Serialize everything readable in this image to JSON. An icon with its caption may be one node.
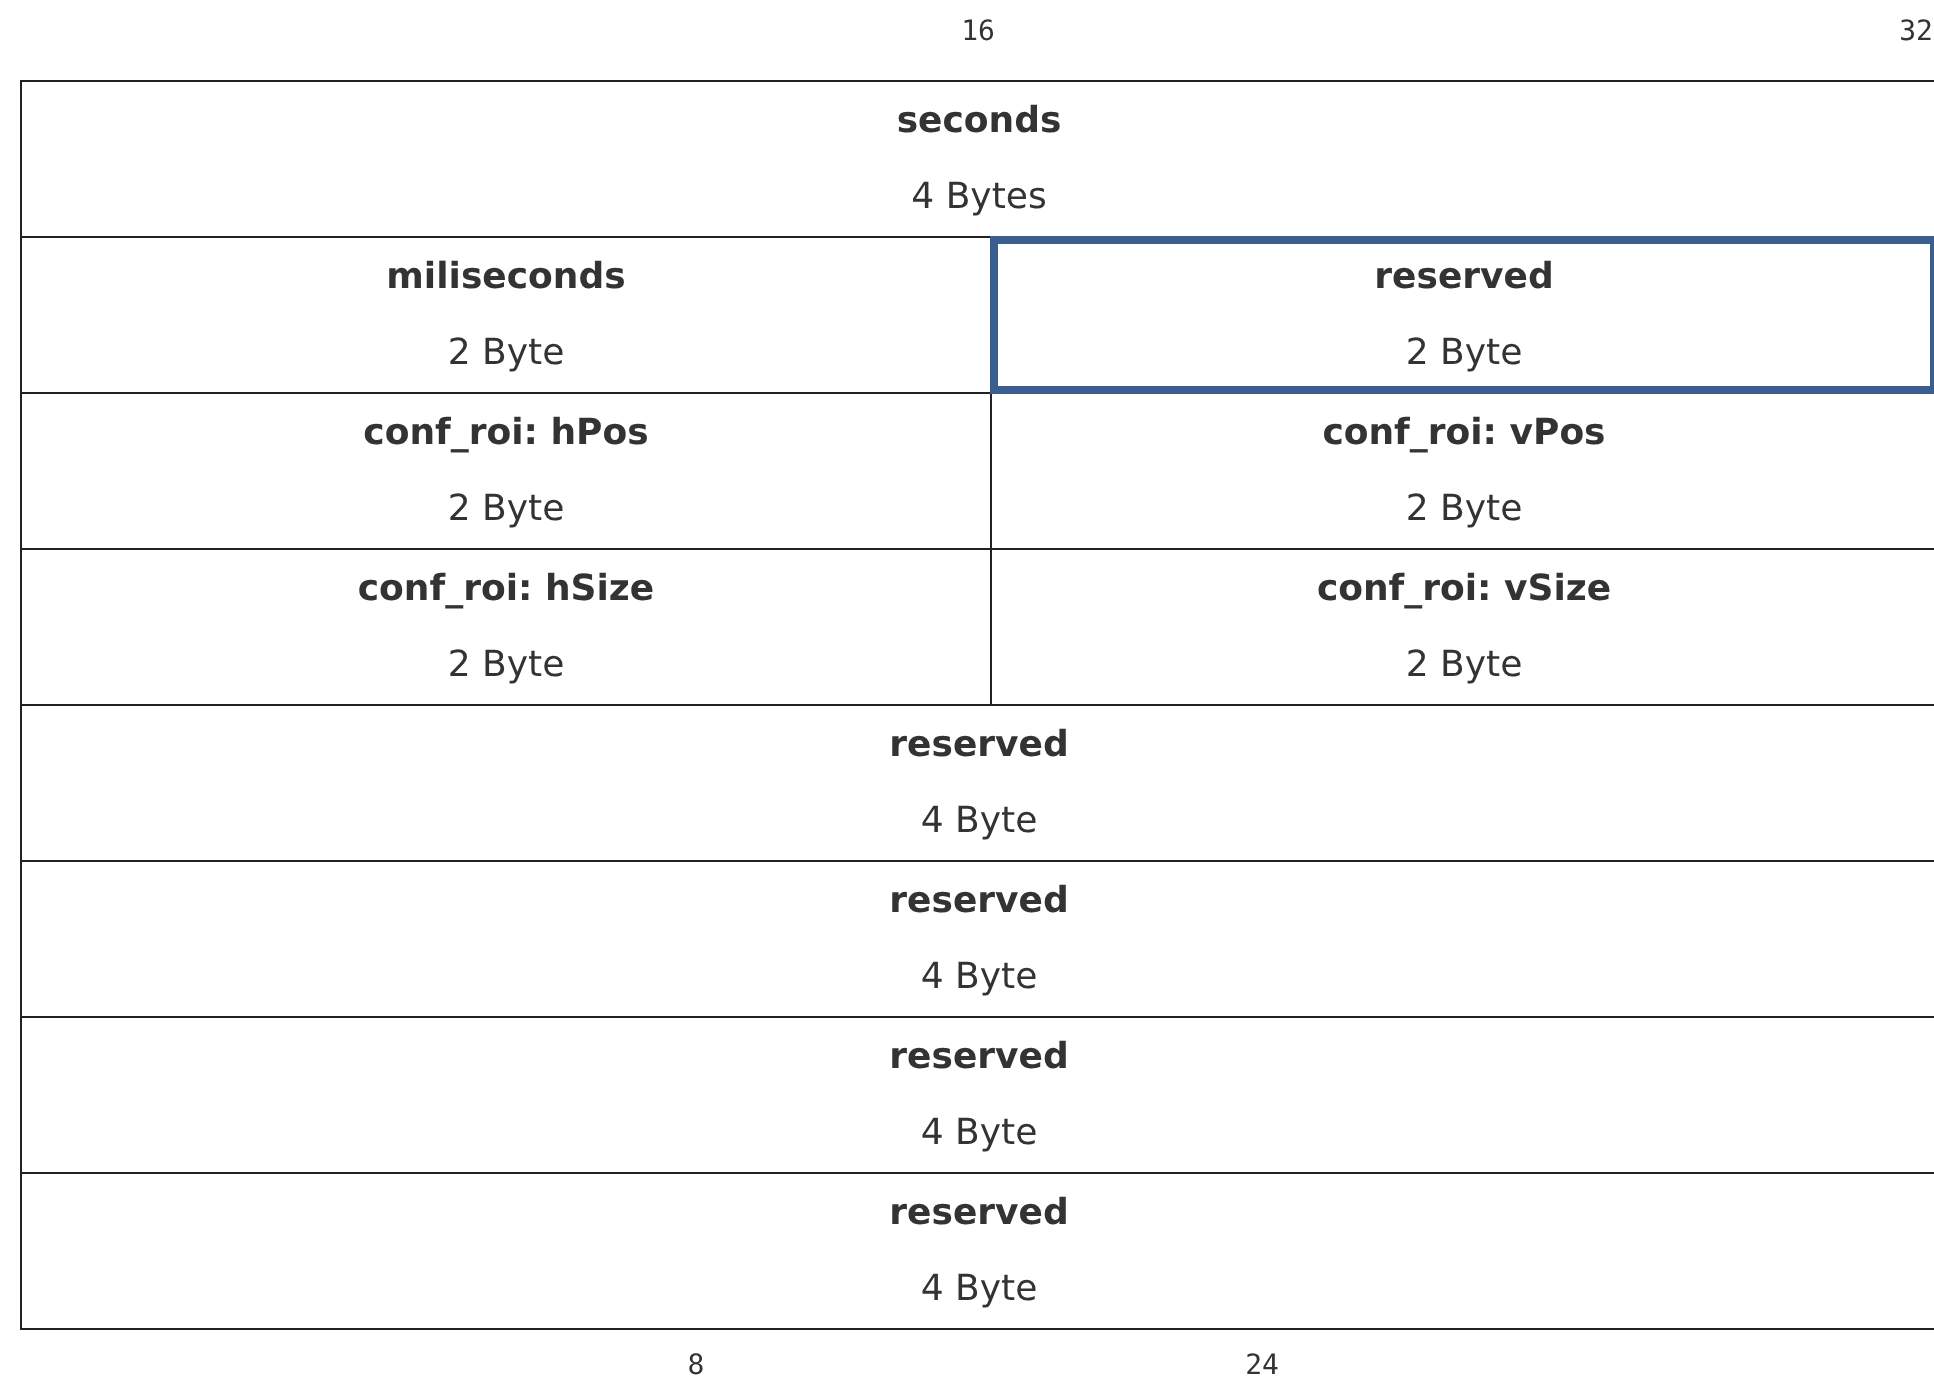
{
  "diagram": {
    "nodes": [
      {
        "text": [
          "seconds",
          "4 Bytes"
        ]
      },
      {
        "text": [
          "miliseconds",
          "2 Byte"
        ]
      },
      {
        "text": [
          "reserved",
          "2 Byte"
        ]
      },
      {
        "text": [
          "conf_roi: hPos",
          "2 Byte"
        ]
      },
      {
        "text": [
          "conf_roi: vPos",
          "2 Byte"
        ]
      },
      {
        "text": [
          "conf_roi: hSize",
          "2 Byte"
        ]
      },
      {
        "text": [
          "conf_roi: vSize",
          "2 Byte"
        ]
      },
      {
        "text": [
          "reserved",
          "4 Byte"
        ]
      },
      {
        "text": [
          "reserved",
          "4 Byte"
        ]
      },
      {
        "text": [
          "reserved",
          "4 Byte"
        ]
      },
      {
        "text": [
          "reserved",
          "4 Byte"
        ]
      }
    ],
    "labels": [
      "16",
      "32",
      "8",
      "24"
    ]
  }
}
